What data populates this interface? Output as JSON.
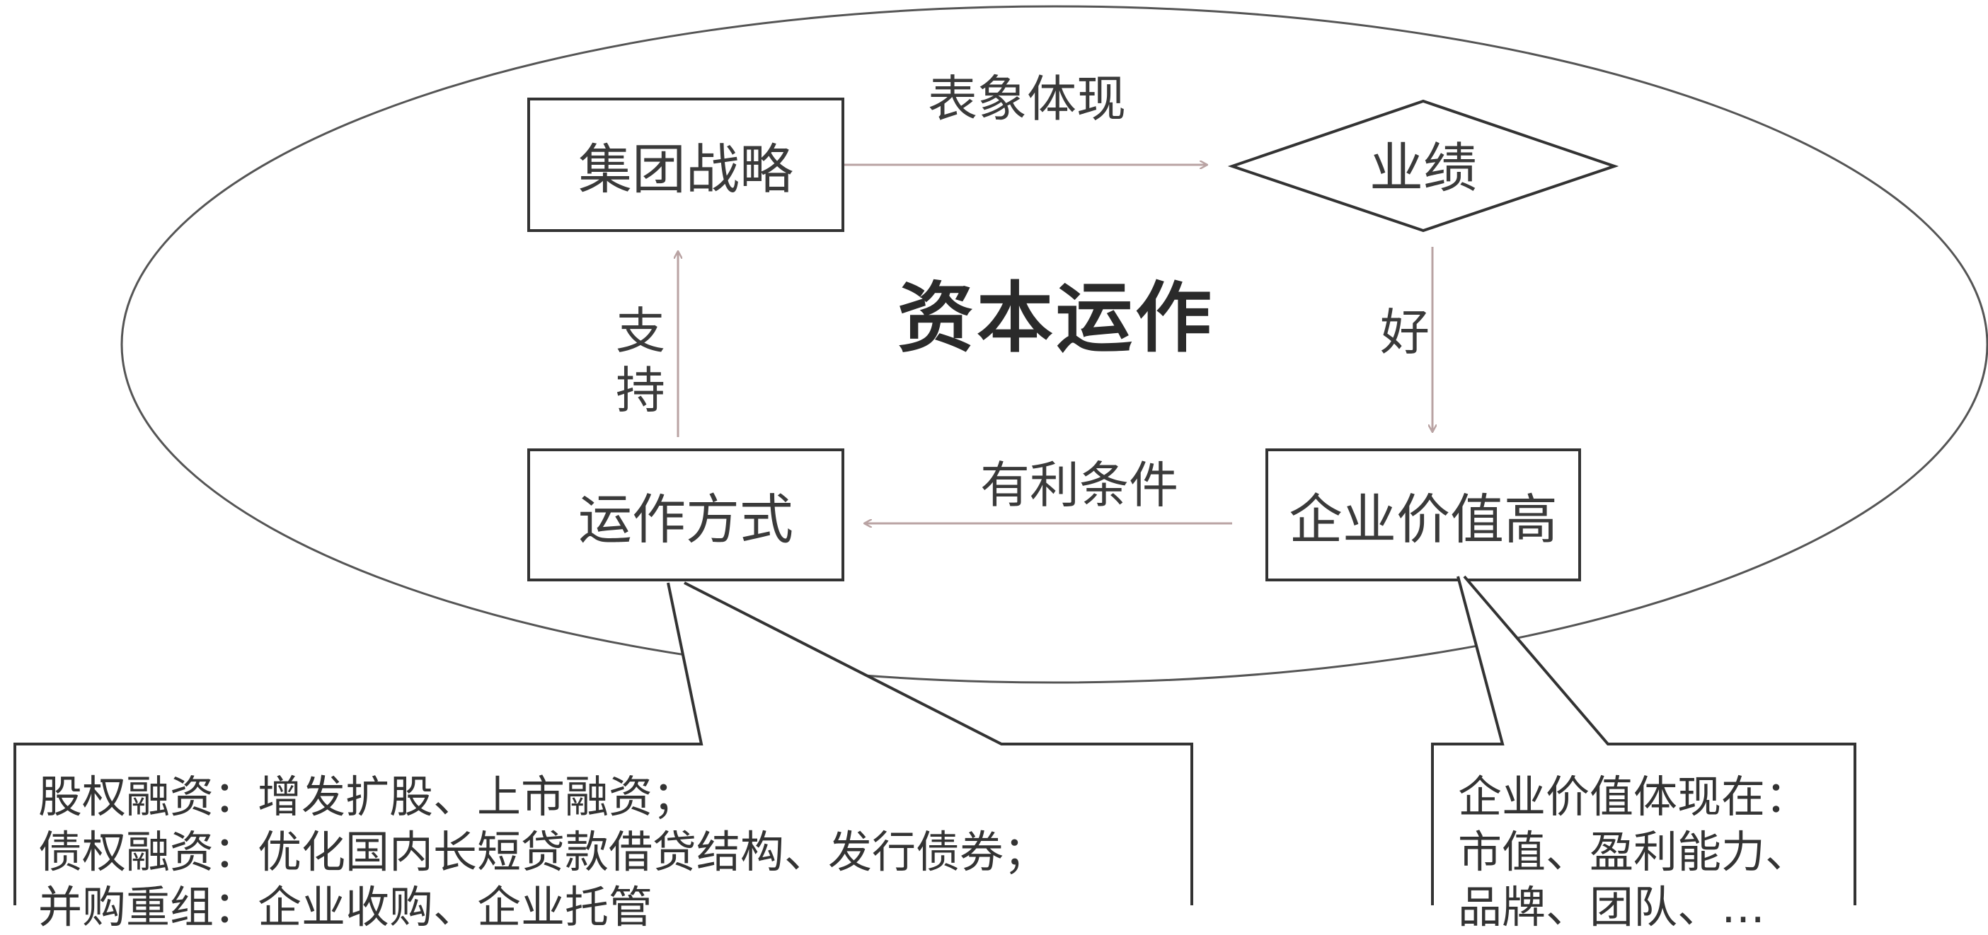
{
  "diagram": {
    "center_label": "资本运作",
    "nodes": {
      "group_strategy": "集团战略",
      "performance": "业绩",
      "operation_mode": "运作方式",
      "high_enterprise_value": "企业价值高"
    },
    "edges": {
      "strategy_to_performance": "表象体现",
      "performance_to_value": "好",
      "value_to_operation": "有利条件",
      "operation_to_strategy": "支持"
    },
    "callouts": {
      "operation_mode_notes": [
        "股权融资：增发扩股、上市融资；",
        "债权融资：优化国内长短贷款借贷结构、发行债券；",
        "并购重组：企业收购、企业托管"
      ],
      "enterprise_value_notes": [
        "企业价值体现在：",
        "市值、盈利能力、",
        "品牌、团队、…"
      ]
    },
    "colors": {
      "outline": "#333333",
      "arrow": "#b9a3a3",
      "ellipse": "#555555"
    }
  }
}
